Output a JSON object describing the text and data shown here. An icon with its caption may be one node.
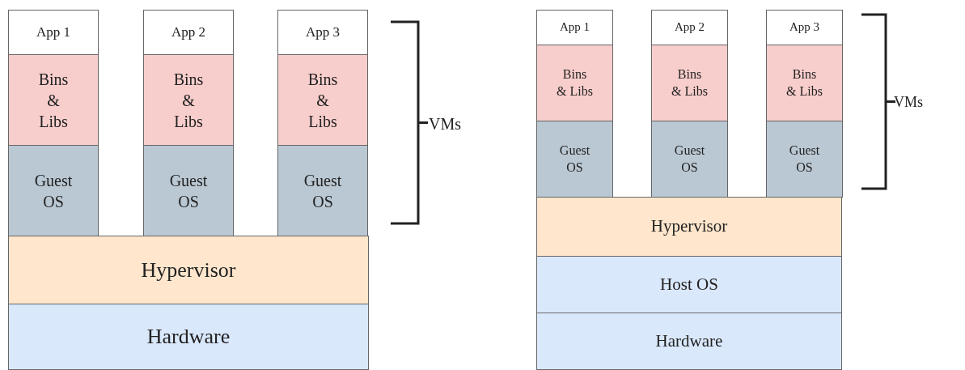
{
  "diagram": {
    "nodes": [
      {
        "text": [
          "App 1"
        ]
      },
      {
        "text": [
          "App 2"
        ]
      },
      {
        "text": [
          "App 3"
        ]
      },
      {
        "text": [
          "Bins & Libs"
        ]
      },
      {
        "text": [
          "Bins & Libs"
        ]
      },
      {
        "text": [
          "Bins & Libs"
        ]
      },
      {
        "text": [
          "Guest OS"
        ]
      },
      {
        "text": [
          "Guest OS"
        ]
      },
      {
        "text": [
          "Guest OS"
        ]
      },
      {
        "text": [
          "Hypervisor"
        ]
      },
      {
        "text": [
          "Hardware"
        ]
      },
      {
        "text": [
          "App 1"
        ]
      },
      {
        "text": [
          "App 2"
        ]
      },
      {
        "text": [
          "App 3"
        ]
      },
      {
        "text": [
          "Bins & Libs"
        ]
      },
      {
        "text": [
          "Bins & Libs"
        ]
      },
      {
        "text": [
          "Bins & Libs"
        ]
      },
      {
        "text": [
          "Guest OS"
        ]
      },
      {
        "text": [
          "Guest OS"
        ]
      },
      {
        "text": [
          "Guest OS"
        ]
      },
      {
        "text": [
          "Hypervisor"
        ]
      },
      {
        "text": [
          "Host OS"
        ]
      },
      {
        "text": [
          "Hardware"
        ]
      }
    ],
    "labels": [
      "VMs",
      "VMs"
    ]
  }
}
